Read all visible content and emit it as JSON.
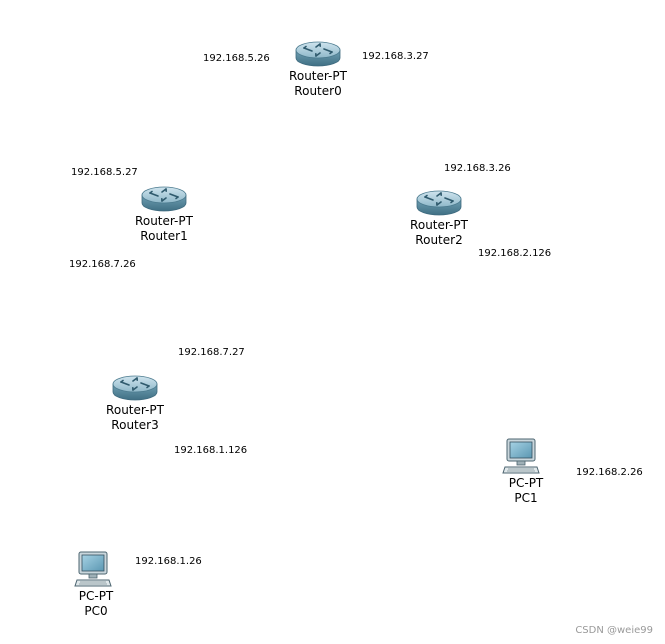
{
  "devices": {
    "router0": {
      "type": "Router-PT",
      "name": "Router0",
      "icon": "router-icon"
    },
    "router1": {
      "type": "Router-PT",
      "name": "Router1",
      "icon": "router-icon"
    },
    "router2": {
      "type": "Router-PT",
      "name": "Router2",
      "icon": "router-icon"
    },
    "router3": {
      "type": "Router-PT",
      "name": "Router3",
      "icon": "router-icon"
    },
    "pc0": {
      "type": "PC-PT",
      "name": "PC0",
      "icon": "pc-icon"
    },
    "pc1": {
      "type": "PC-PT",
      "name": "PC1",
      "icon": "pc-icon"
    }
  },
  "ip_labels": {
    "r0_left": "192.168.5.26",
    "r0_right": "192.168.3.27",
    "r1_top": "192.168.5.27",
    "r1_bottom": "192.168.7.26",
    "r2_top": "192.168.3.26",
    "r2_bottom": "192.168.2.126",
    "r3_top": "192.168.7.27",
    "r3_bottom": "192.168.1.126",
    "pc1": "192.168.2.26",
    "pc0": "192.168.1.26"
  },
  "watermark": "CSDN @weie99",
  "colors": {
    "router_body": "#6f9fb3",
    "router_top": "#a9ccda",
    "pc_screen": "#7ab0c8"
  }
}
